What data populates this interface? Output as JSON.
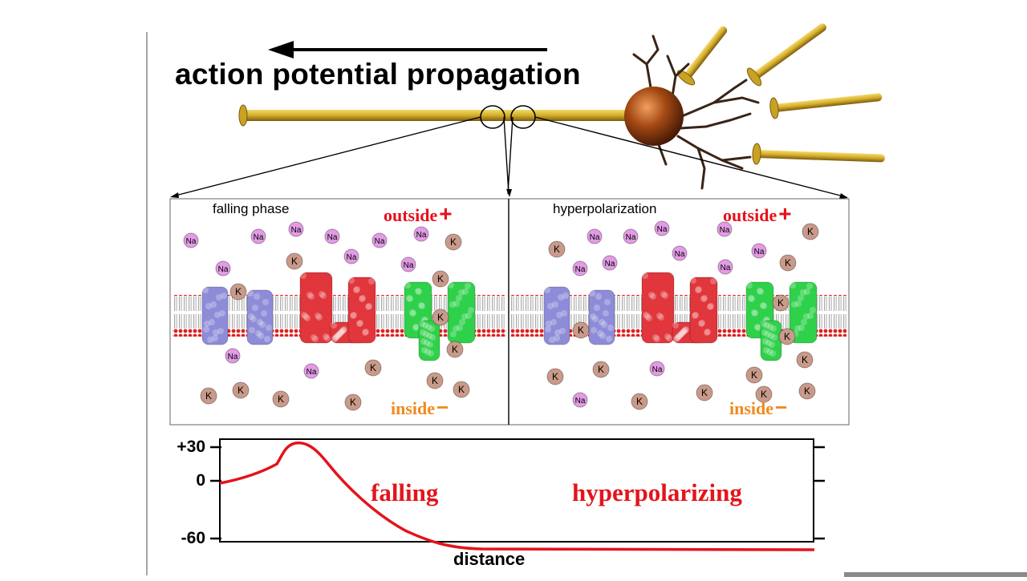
{
  "title": "action potential propagation",
  "panels": [
    {
      "label": "falling phase",
      "outside": "outside",
      "outside_sign": "+",
      "inside": "inside",
      "inside_sign": "−"
    },
    {
      "label": "hyperpolarization",
      "outside": "outside",
      "outside_sign": "+",
      "inside": "inside",
      "inside_sign": "−"
    }
  ],
  "ions": {
    "sodium": "Na",
    "potassium": "K"
  },
  "plot": {
    "ticks": [
      "+30",
      "0",
      "-60"
    ],
    "xlabel": "distance",
    "region_labels": [
      "falling",
      "hyperpolarizing"
    ]
  },
  "colors": {
    "axon": "#d4ad2a",
    "soma": "#8a3a10",
    "sodium_ion": "#e39be6",
    "potassium_ion": "#c99a8a",
    "na_channel": "#8e8cd8",
    "k_channel_red": "#e0363c",
    "k_channel_green": "#2fd14a",
    "trace": "#e3141c",
    "outside_text": "#e8101a",
    "inside_text": "#f08a1e"
  }
}
